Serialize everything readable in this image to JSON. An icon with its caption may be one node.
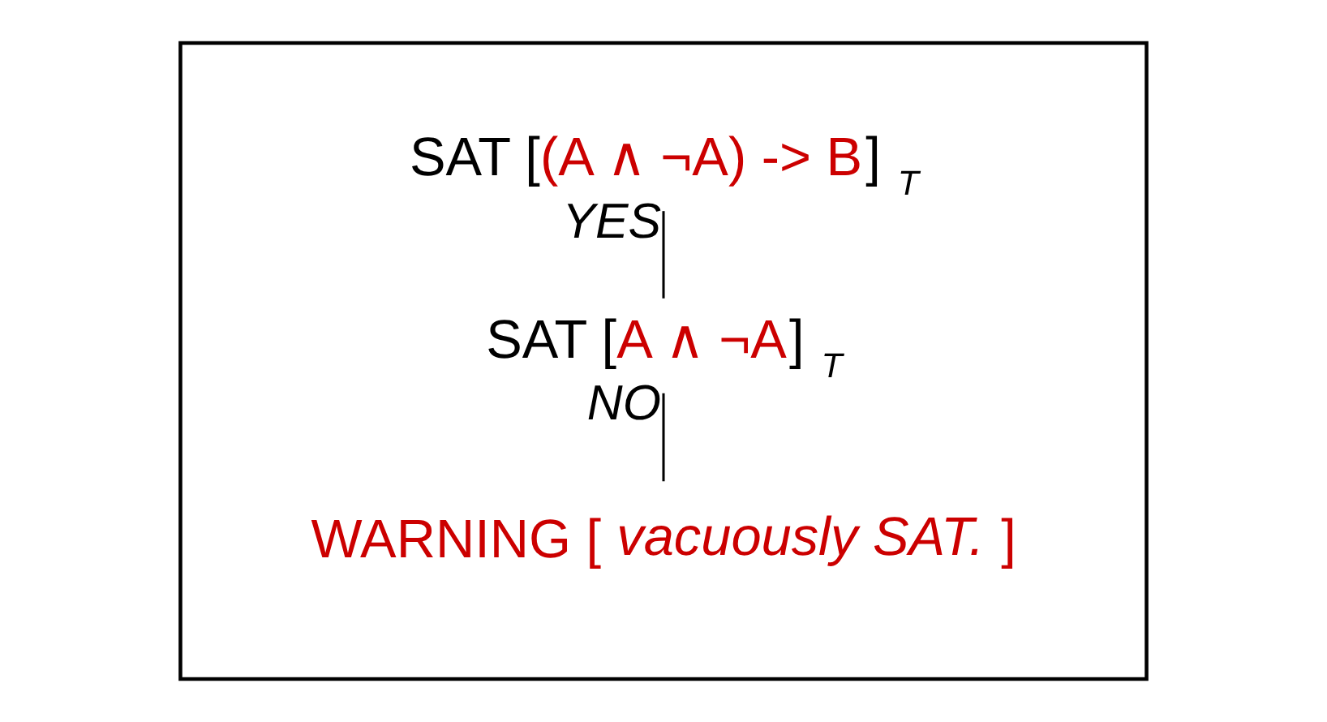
{
  "diagram": {
    "nodes": [
      {
        "text": [],
        "shape": "box"
      },
      {
        "text": [
          "SAT [(A ∧ ¬A) -> B] $_{T}$"
        ],
        "in": 0
      },
      {
        "text": [
          "SAT [A ∧ ¬A] $_{T}$"
        ],
        "in": 0
      },
      {
        "text": [
          "WARNING [*vacuously SAT.*]"
        ],
        "in": 0
      }
    ],
    "edges": [
      {
        "from": 1,
        "to": 2,
        "arrow": "none",
        "label": "YES"
      },
      {
        "from": 2,
        "to": 3,
        "arrow": "none",
        "label": "NO"
      }
    ]
  }
}
